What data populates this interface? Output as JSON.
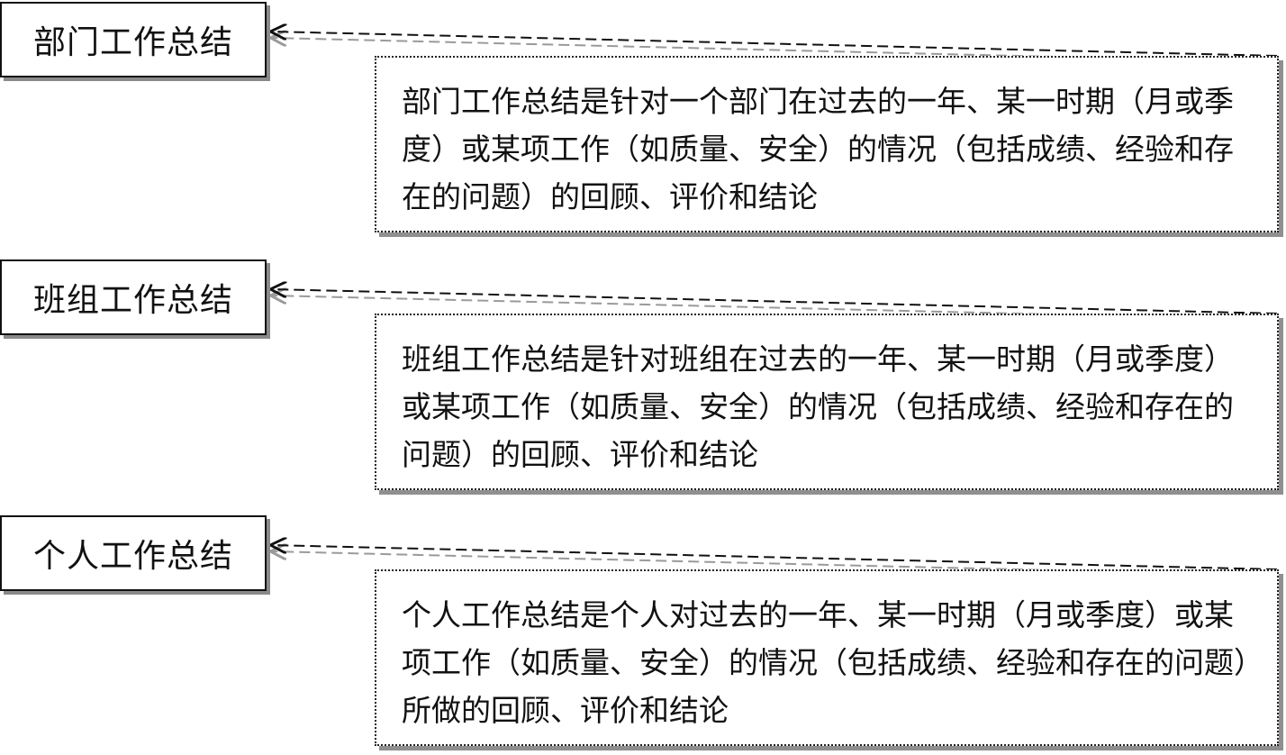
{
  "items": [
    {
      "label": "部门工作总结",
      "description": "部门工作总结是针对一个部门在过去的一年、某一时期（月或季度）或某项工作（如质量、安全）的情况（包括成绩、经验和存在的问题）的回顾、评价和结论"
    },
    {
      "label": "班组工作总结",
      "description": "班组工作总结是针对班组在过去的一年、某一时期（月或季度）或某项工作（如质量、安全）的情况（包括成绩、经验和存在的问题）的回顾、评价和结论"
    },
    {
      "label": "个人工作总结",
      "description": "个人工作总结是个人对过去的一年、某一时期（月或季度）或某项工作（如质量、安全）的情况（包括成绩、经验和存在的问题）所做的回顾、评价和结论"
    }
  ],
  "colors": {
    "border": "#111111",
    "shadow": "#8a8a8a",
    "connector": "#111111",
    "connector_shadow": "#9a9a9a"
  }
}
